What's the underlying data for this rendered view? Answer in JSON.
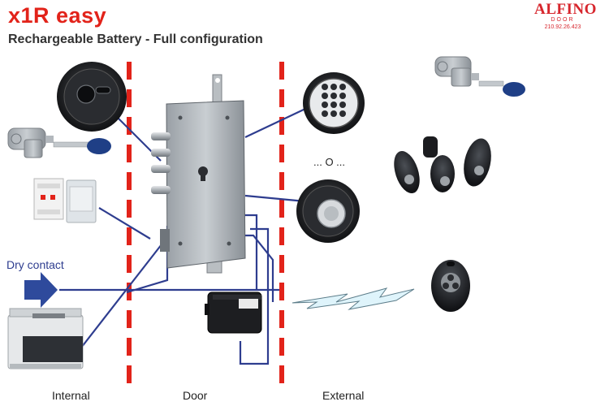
{
  "header": {
    "title": "x1R easy",
    "subtitle": "Rechargeable Battery - Full configuration"
  },
  "logo": {
    "word": "ALFINO",
    "sub": "DOOR",
    "phone": "210.92.26.423"
  },
  "labels": {
    "dry_contact": "Dry contact",
    "or": "... O ...",
    "zones": {
      "internal": "Internal",
      "door": "Door",
      "external": "External"
    }
  },
  "colors": {
    "title": "#e2231a",
    "accent_red": "#e2231a",
    "wire": "#2e3d8f"
  },
  "icons": [
    "internal-reader-icon",
    "cylinder-key-icon",
    "din-module-icon",
    "dry-contact-arrow-icon",
    "control-unit-icon",
    "lock-body-icon",
    "battery-pack-icon",
    "keypad-icon",
    "external-reader-icon",
    "cylinder-key-icon",
    "remote-transponders-icon",
    "remote-control-icon",
    "wireless-signal-icon"
  ]
}
